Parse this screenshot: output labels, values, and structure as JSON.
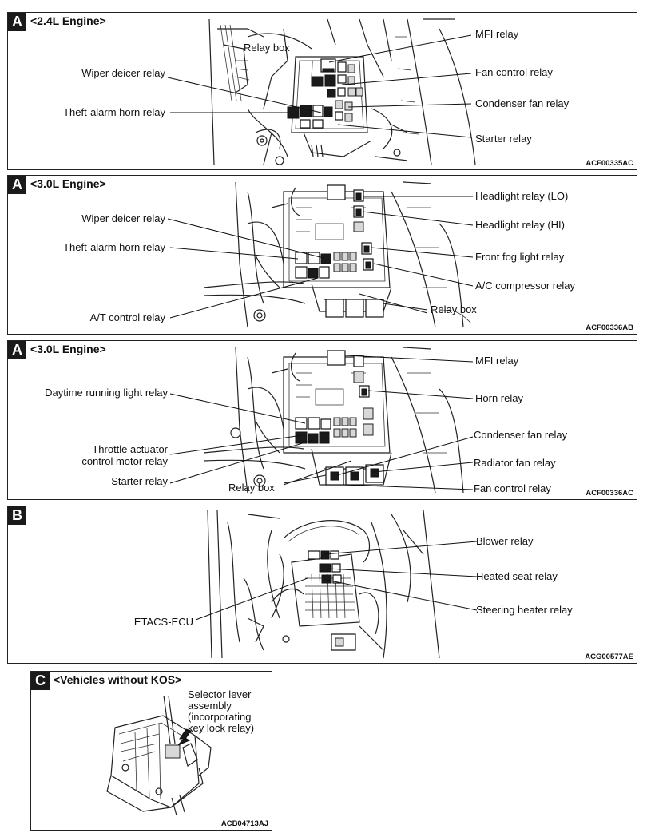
{
  "panels": [
    {
      "badge": "A",
      "title": "<2.4L Engine>",
      "code": "ACF00335AC",
      "labels": {
        "relay_box": "Relay box",
        "wiper_deicer_relay": "Wiper deicer relay",
        "theft_alarm_horn_relay": "Theft-alarm horn relay",
        "mfi_relay": "MFI relay",
        "fan_control_relay": "Fan control relay",
        "condenser_fan_relay": "Condenser fan relay",
        "starter_relay": "Starter relay"
      }
    },
    {
      "badge": "A",
      "title": "<3.0L Engine>",
      "code": "ACF00336AB",
      "labels": {
        "wiper_deicer_relay": "Wiper deicer relay",
        "theft_alarm_horn_relay": "Theft-alarm horn relay",
        "at_control_relay": "A/T control relay",
        "headlight_relay_lo": "Headlight relay (LO)",
        "headlight_relay_hi": "Headlight relay (HI)",
        "front_fog_light_relay": "Front fog light relay",
        "ac_compressor_relay": "A/C compressor relay",
        "relay_box": "Relay box"
      }
    },
    {
      "badge": "A",
      "title": "<3.0L Engine>",
      "code": "ACF00336AC",
      "labels": {
        "daytime_running_light_relay": "Daytime running light relay",
        "throttle_actuator_control_motor_relay": "Throttle actuator\ncontrol motor relay",
        "starter_relay": "Starter relay",
        "relay_box": "Relay box",
        "mfi_relay": "MFI relay",
        "horn_relay": "Horn relay",
        "condenser_fan_relay": "Condenser fan relay",
        "radiator_fan_relay": "Radiator fan relay",
        "fan_control_relay": "Fan control relay"
      }
    },
    {
      "badge": "B",
      "title": "",
      "code": "ACG00577AE",
      "labels": {
        "blower_relay": "Blower relay",
        "heated_seat_relay": "Heated seat relay",
        "steering_heater_relay": "Steering heater relay",
        "etacs_ecu": "ETACS-ECU"
      }
    },
    {
      "badge": "C",
      "title": "<Vehicles without KOS>",
      "code": "ACB04713AJ",
      "labels": {
        "selector_lever_assembly": "Selector lever\nassembly\n(incorporating\nkey lock relay)"
      }
    }
  ]
}
